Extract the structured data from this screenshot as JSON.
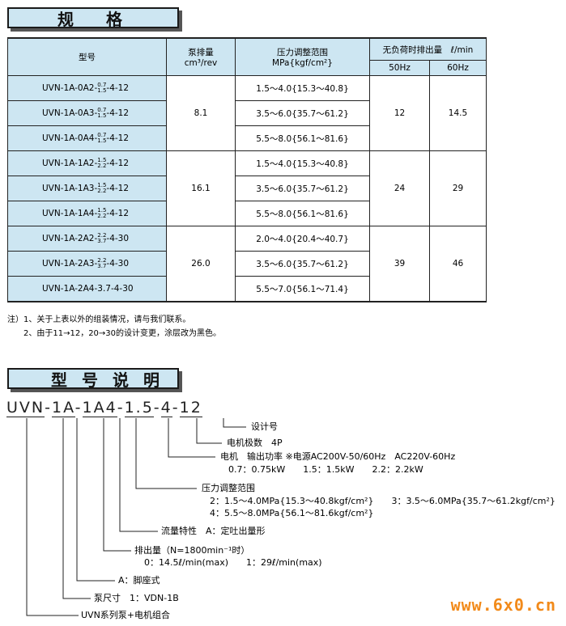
{
  "banners": {
    "spec": "规格",
    "model": "型号说明"
  },
  "table": {
    "h_model": "型号",
    "h_disp1": "泵排量",
    "h_disp2": "cm³/rev",
    "h_press1": "压力调整范围",
    "h_press2": "MPa{kgf/cm²}",
    "h_flow": "无负荷时排出量　ℓ/min",
    "h_50": "50Hz",
    "h_60": "60Hz",
    "rows": [
      {
        "pre": "UVN-1A-0A2-",
        "up": "0.7",
        "dn": "1.5",
        "post": "-4-12",
        "press": "1.5～4.0{15.3～40.8}"
      },
      {
        "pre": "UVN-1A-0A3-",
        "up": "0.7",
        "dn": "1.5",
        "post": "-4-12",
        "press": "3.5～6.0{35.7～61.2}"
      },
      {
        "pre": "UVN-1A-0A4-",
        "up": "0.7",
        "dn": "1.5",
        "post": "-4-12",
        "press": "5.5～8.0{56.1～81.6}"
      },
      {
        "pre": "UVN-1A-1A2-",
        "up": "1.5",
        "dn": "2.2",
        "post": "-4-12",
        "press": "1.5～4.0{15.3～40.8}"
      },
      {
        "pre": "UVN-1A-1A3-",
        "up": "1.5",
        "dn": "2.2",
        "post": "-4-12",
        "press": "3.5～6.0{35.7～61.2}"
      },
      {
        "pre": "UVN-1A-1A4-",
        "up": "1.5",
        "dn": "2.2",
        "post": "-4-12",
        "press": "5.5～8.0{56.1～81.6}"
      },
      {
        "pre": "UVN-1A-2A2-",
        "up": "2.2",
        "dn": "3.7",
        "post": "-4-30",
        "press": "2.0～4.0{20.4～40.7}"
      },
      {
        "pre": "UVN-1A-2A3-",
        "up": "2.2",
        "dn": "3.7",
        "post": "-4-30",
        "press": "3.5～6.0{35.7～61.2}"
      },
      {
        "pre": "UVN-1A-2A4-3.7-4-30",
        "up": "",
        "dn": "",
        "post": "",
        "press": "5.5～7.0{56.1～71.4}"
      }
    ],
    "groups": [
      {
        "disp": "8.1",
        "f50": "12",
        "f60": "14.5"
      },
      {
        "disp": "16.1",
        "f50": "24",
        "f60": "29"
      },
      {
        "disp": "26.0",
        "f50": "39",
        "f60": "46"
      }
    ]
  },
  "notes": [
    "注）1、关于上表以外的组装情况，请与我们联系。",
    "　　2、由于11→12，20→30的设计变更，涂层改为黑色。"
  ],
  "code": [
    "UVN",
    "-",
    "1",
    "A",
    "-",
    "1",
    "A",
    "4",
    "-",
    "1.5",
    "-",
    "4",
    "-",
    "12"
  ],
  "labels": {
    "design": "设计号",
    "poles": "电机极数　4P",
    "motor": "电机　输出功率 ※电源AC200V-50/60Hz　AC220V-60Hz",
    "motor_opts": "0.7：0.75kW　　1.5：1.5kW　　2.2：2.2kW",
    "press": "压力调整范围",
    "press_1": "2：1.5～4.0MPa{15.3～40.8kgf/cm²}　　3：3.5～6.0MPa{35.7～61.2kgf/cm²}",
    "press_2": "4：5.5～8.0MPa{56.1～81.6kgf/cm²}",
    "flowchar": "流量特性　A：定吐出量形",
    "output": "排出量（N=1800min⁻¹时）",
    "output_opts": "0：14.5ℓ/min(max)　　1：29ℓ/min(max)",
    "mount": "A：脚座式",
    "size": "泵尺寸　1：VDN-1B",
    "series": "UVN系列泵+电机组合"
  },
  "site": "www.6x0.cn"
}
